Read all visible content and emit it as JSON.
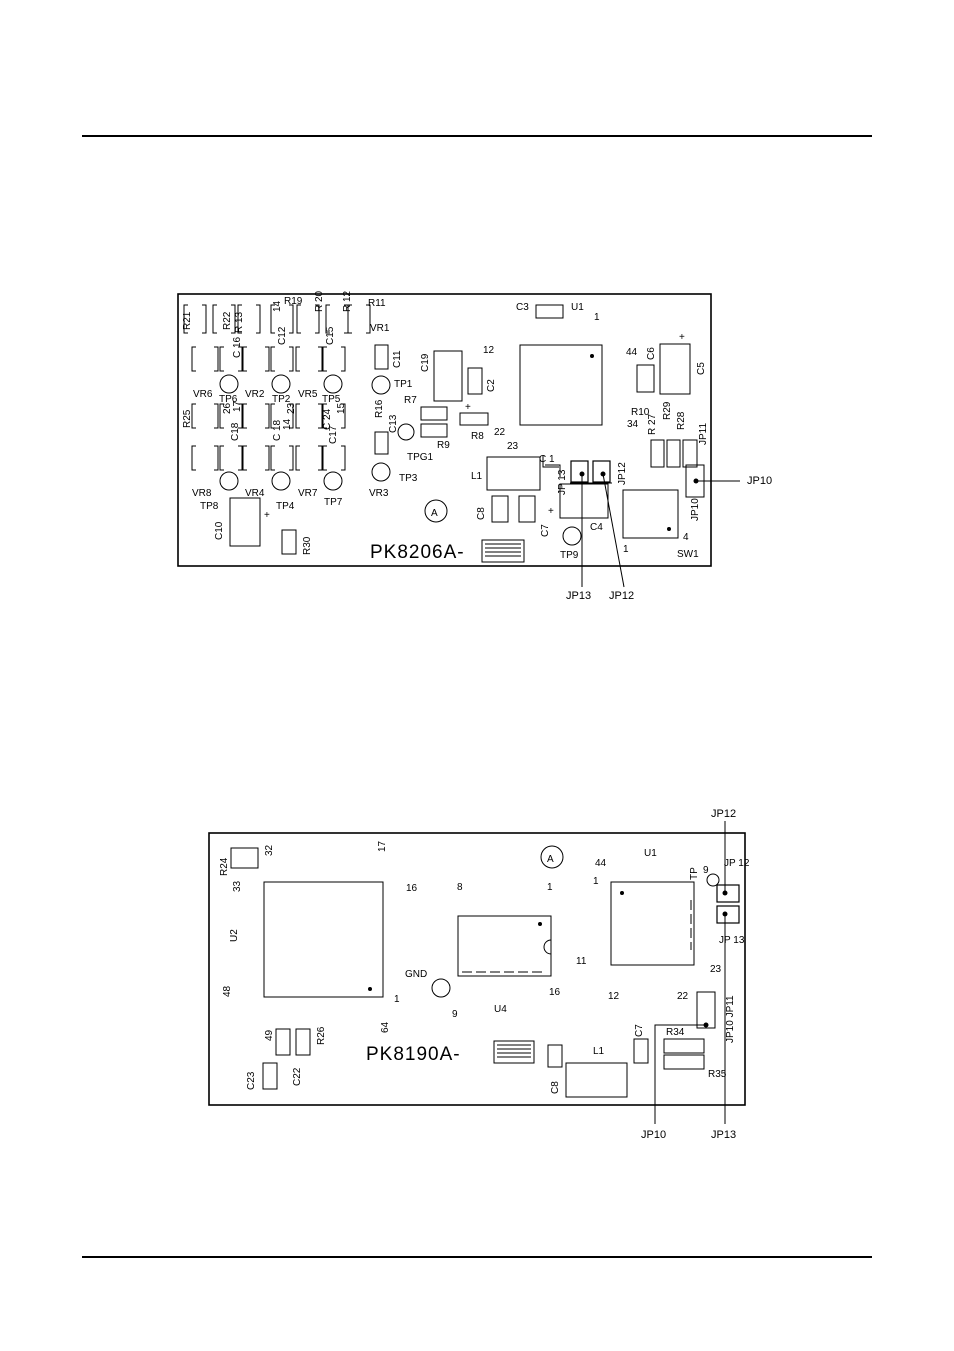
{
  "board1": {
    "part_number": "PK8206A-",
    "callouts": {
      "jp10": "JP10",
      "jp12": "JP12",
      "jp13": "JP13"
    },
    "labels": {
      "r21": "R21",
      "r22": "R22",
      "r13": "R 13",
      "r14": "14",
      "r19": "R19",
      "r20": "R 20",
      "r12": "R 12",
      "r11": "R11",
      "vr1": "VR1",
      "c3": "C3",
      "u1": "U1",
      "one": "1",
      "c16": "C 16",
      "c12": "C12",
      "c15": "C15",
      "c11": "C11",
      "c19": "C19",
      "c2": "C2",
      "n12": "12",
      "c44": "44",
      "c6": "C6",
      "c5": "C5",
      "plus": "+",
      "vr6": "VR6",
      "tp6": "TP6",
      "vr2": "VR2",
      "tp2": "TP2",
      "vr5": "VR5",
      "tp5": "TP5",
      "tp1": "TP1",
      "r25": "R25",
      "n26": "26",
      "c18a": "C18",
      "n17": "17",
      "c18b": "C 18",
      "n14": "14",
      "n23": "23",
      "c24": "C 24",
      "c17": "C17",
      "n15": "15",
      "r16": "R16",
      "c13": "C13",
      "r7": "R7",
      "r9": "R9",
      "r8": "R8",
      "n22": "22",
      "n23b": "23",
      "tpg1": "TPG1",
      "r10": "R10",
      "n34": "34",
      "r27": "R 27",
      "r29": "R29",
      "r28": "R28",
      "jp11": "JP11",
      "l1": "L1",
      "c1": "C 1",
      "jp13v": "JP 13",
      "jp12v": "JP12",
      "tp3": "TP3",
      "vr3": "VR3",
      "vr8": "VR8",
      "vr4": "VR4",
      "vr7": "VR7",
      "tp7": "TP7",
      "tp8": "TP8",
      "tp4": "TP4",
      "c8": "C8",
      "c7": "C7",
      "c4": "C4",
      "tp9": "TP9",
      "c10": "C10",
      "r30": "R30",
      "jp10v": "JP10",
      "n4": "4",
      "sw1": "SW1",
      "a": "A"
    }
  },
  "board2": {
    "part_number": "PK8190A-",
    "callouts": {
      "jp12": "JP12",
      "jp10": "JP10",
      "jp13": "JP13"
    },
    "labels": {
      "r24": "R24",
      "n32": "32",
      "n17": "17",
      "a": "A",
      "n44": "44",
      "u1": "U1",
      "tp": "TP",
      "n9": "9",
      "jp12v": "JP 12",
      "n33": "33",
      "n16": "16",
      "n8": "8",
      "n1a": "1",
      "n1b": "1",
      "u2": "U2",
      "jp13v": "JP 13",
      "n11": "11",
      "gnd": "GND",
      "n48": "48",
      "n16b": "16",
      "n12": "12",
      "n23": "23",
      "n22": "22",
      "n1c": "1",
      "n9b": "9",
      "u4": "U4",
      "jp11": "JP10 JP11",
      "n64": "64",
      "n49": "49",
      "r26": "R26",
      "c7": "C7",
      "r34": "R34",
      "l1": "L1",
      "c23": "C23",
      "c22": "C22",
      "c8": "C8",
      "r35": "R35"
    }
  }
}
